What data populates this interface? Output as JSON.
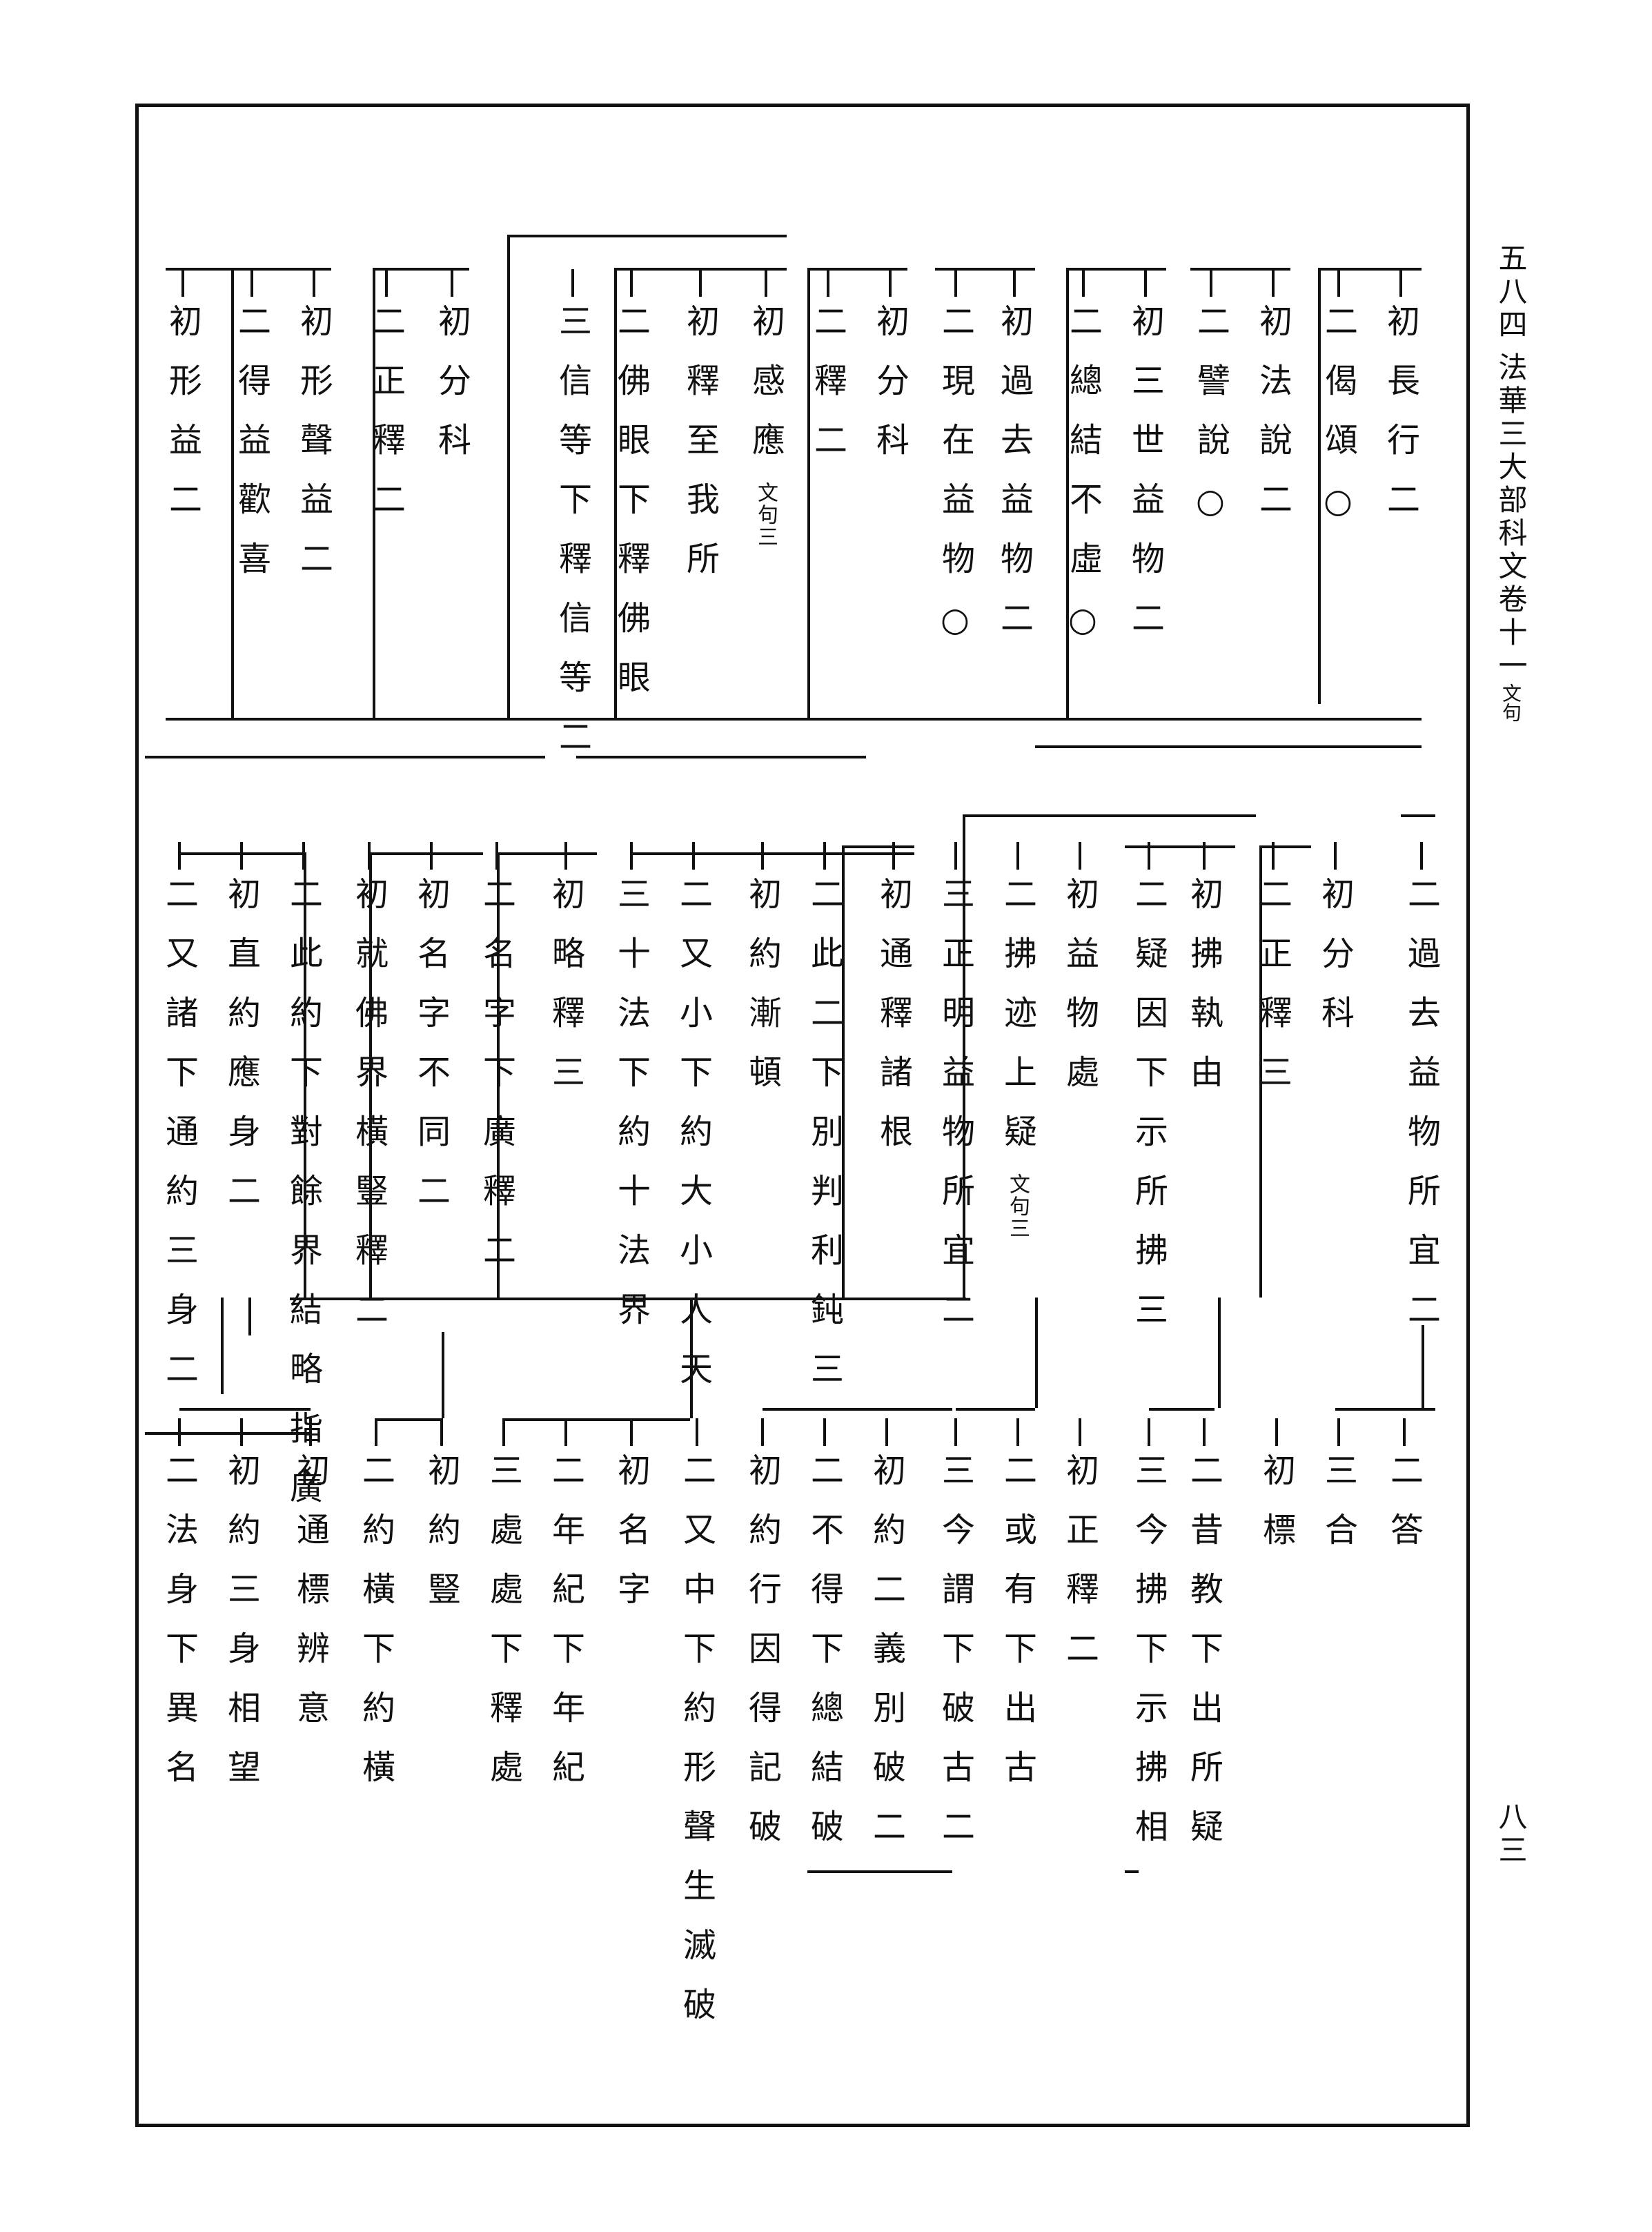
{
  "page": {
    "header_page": "五八四",
    "header_title": "法華三大部科文卷十一",
    "header_section": "文句",
    "footer_page": "八三"
  },
  "tree": {
    "band1": [
      "初長行二",
      "二偈頌○",
      "初法說二",
      "二譬說○",
      "初三世益物二",
      "二總結不虛○",
      "初過去益物二",
      "二現在益物○",
      "初分科",
      "二釋二",
      "初感應文句三",
      "初釋至我所",
      "二佛眼下釋佛眼",
      "三信等下釋信等二",
      "初分科",
      "二正釋二",
      "初形聲益二",
      "二得益歡喜",
      "初形益二"
    ],
    "band2": [
      "二過去益物所宜二",
      "初分科",
      "二正釋三",
      "初拂執由",
      "二疑因下示所拂三",
      "初益物處",
      "二拂迹上疑文句三",
      "三正明益物所宜二",
      "初通釋諸根",
      "二此二下別判利鈍三",
      "初約漸頓",
      "二又小下約大小人天",
      "三十法下約十法界",
      "初略釋三",
      "二名字下廣釋二",
      "初名字不同二",
      "初就佛界橫豎釋二",
      "二此約下對餘界結略指廣",
      "初直約應身二",
      "二又諸下通約三身二"
    ],
    "band3": [
      "二答",
      "三合",
      "初標",
      "二昔教下出所疑",
      "三今拂下示拂相",
      "初正釋二",
      "二或有下出古",
      "三今謂下破古二",
      "初約二義別破二",
      "二不得下總結破",
      "初約行因得記破",
      "二又中下約形聲生滅破",
      "初名字",
      "二年紀下年紀",
      "三處處下釋處",
      "初約豎",
      "二約橫下約橫",
      "初通標辨意",
      "初約三身相望",
      "二法身下異名"
    ]
  }
}
